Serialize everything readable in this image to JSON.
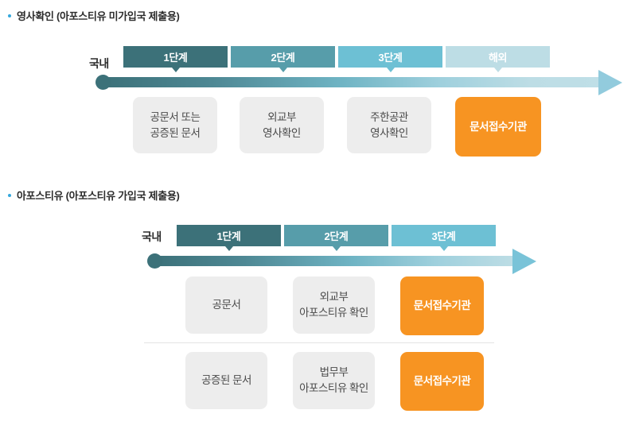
{
  "colors": {
    "bullet": "#35a8dd",
    "stage1": "#3c7179",
    "stage2": "#579daa",
    "stage3": "#6dc0d4",
    "stage4": "#bddde5",
    "orange": "#f79422",
    "grey_box": "#ededed",
    "arrow_head": "#92cbdd",
    "divider": "#e3e3e3"
  },
  "sections": [
    {
      "title": "영사확인 (아포스티유 미가입국 제출용)",
      "timeline_label": "국내",
      "stages": [
        {
          "label": "1단계",
          "color": "#3c7179"
        },
        {
          "label": "2단계",
          "color": "#579daa"
        },
        {
          "label": "3단계",
          "color": "#6dc0d4"
        },
        {
          "label": "해외",
          "color": "#bddde5"
        }
      ],
      "rows": [
        {
          "boxes": [
            {
              "text": "공문서 또는\n공증된 문서",
              "style": "grey"
            },
            {
              "text": "외교부\n영사확인",
              "style": "grey"
            },
            {
              "text": "주한공관\n영사확인",
              "style": "grey"
            },
            {
              "text": "문서접수기관",
              "style": "orange"
            }
          ]
        }
      ]
    },
    {
      "title": "아포스티유 (아포스티유 가입국 제출용)",
      "timeline_label": "국내",
      "stages": [
        {
          "label": "1단계",
          "color": "#3c7179"
        },
        {
          "label": "2단계",
          "color": "#579daa"
        },
        {
          "label": "3단계",
          "color": "#6dc0d4"
        }
      ],
      "rows": [
        {
          "boxes": [
            {
              "text": "공문서",
              "style": "grey"
            },
            {
              "text": "외교부\n아포스티유 확인",
              "style": "grey"
            },
            {
              "text": "문서접수기관",
              "style": "orange"
            }
          ]
        },
        {
          "boxes": [
            {
              "text": "공증된 문서",
              "style": "grey"
            },
            {
              "text": "법무부\n아포스티유 확인",
              "style": "grey"
            },
            {
              "text": "문서접수기관",
              "style": "orange"
            }
          ]
        }
      ]
    }
  ]
}
